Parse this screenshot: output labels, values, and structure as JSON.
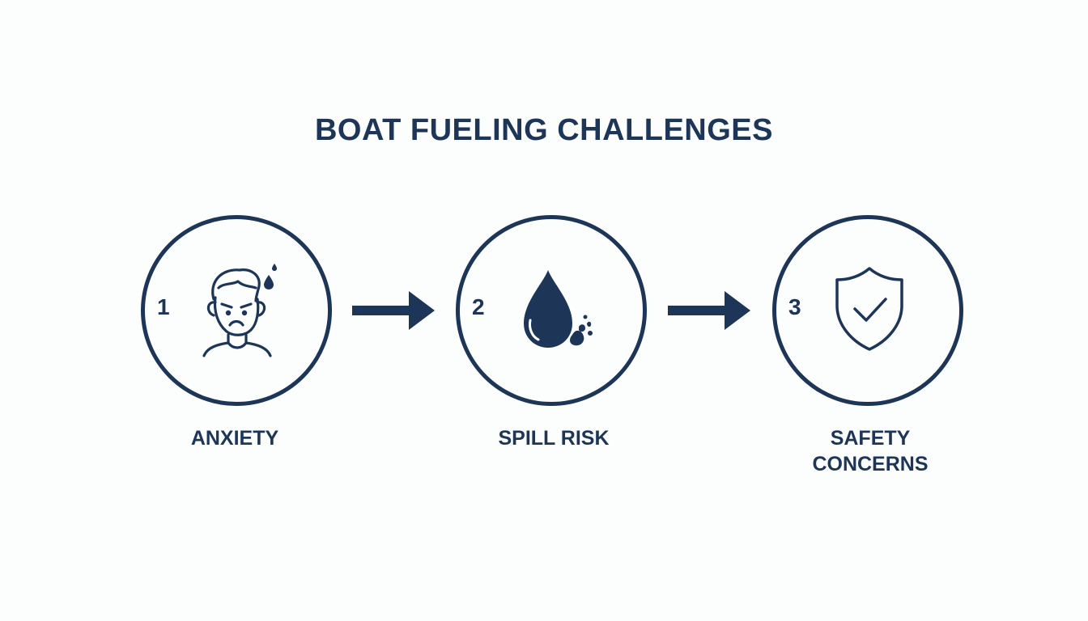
{
  "colors": {
    "primary": "#1d3557",
    "background": "#fcfdfd"
  },
  "title": "BOAT FUELING CHALLENGES",
  "steps": [
    {
      "number": "1",
      "label": "ANXIETY",
      "icon": "anxious-face-icon"
    },
    {
      "number": "2",
      "label": "SPILL RISK",
      "icon": "fuel-drop-spill-icon"
    },
    {
      "number": "3",
      "label_lines": [
        "SAFETY",
        "CONCERNS"
      ],
      "icon": "shield-check-icon"
    }
  ],
  "connectors": [
    "arrow-right-icon",
    "arrow-right-icon"
  ]
}
